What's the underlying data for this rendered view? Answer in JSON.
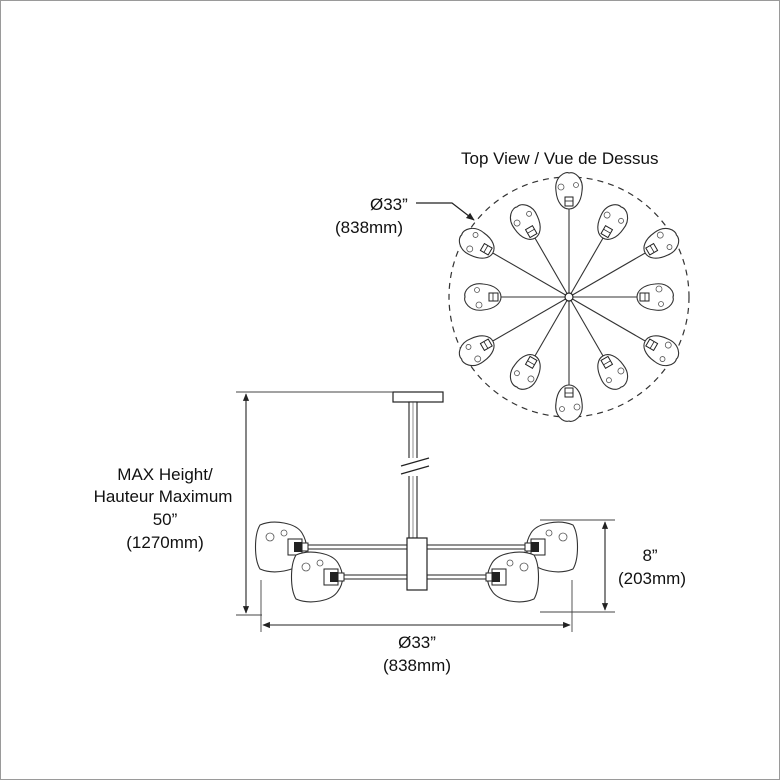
{
  "top_view": {
    "title": "Top View / Vue de Dessus",
    "diameter": "Ø33”",
    "diameter_mm": "(838mm)"
  },
  "side_view": {
    "max_height_line1": "MAX Height/",
    "max_height_line2": "Hauteur Maximum",
    "max_height_value": "50”",
    "max_height_mm": "(1270mm)",
    "shade_height": "8”",
    "shade_height_mm": "(203mm)",
    "width": "Ø33”",
    "width_mm": "(838mm)"
  }
}
